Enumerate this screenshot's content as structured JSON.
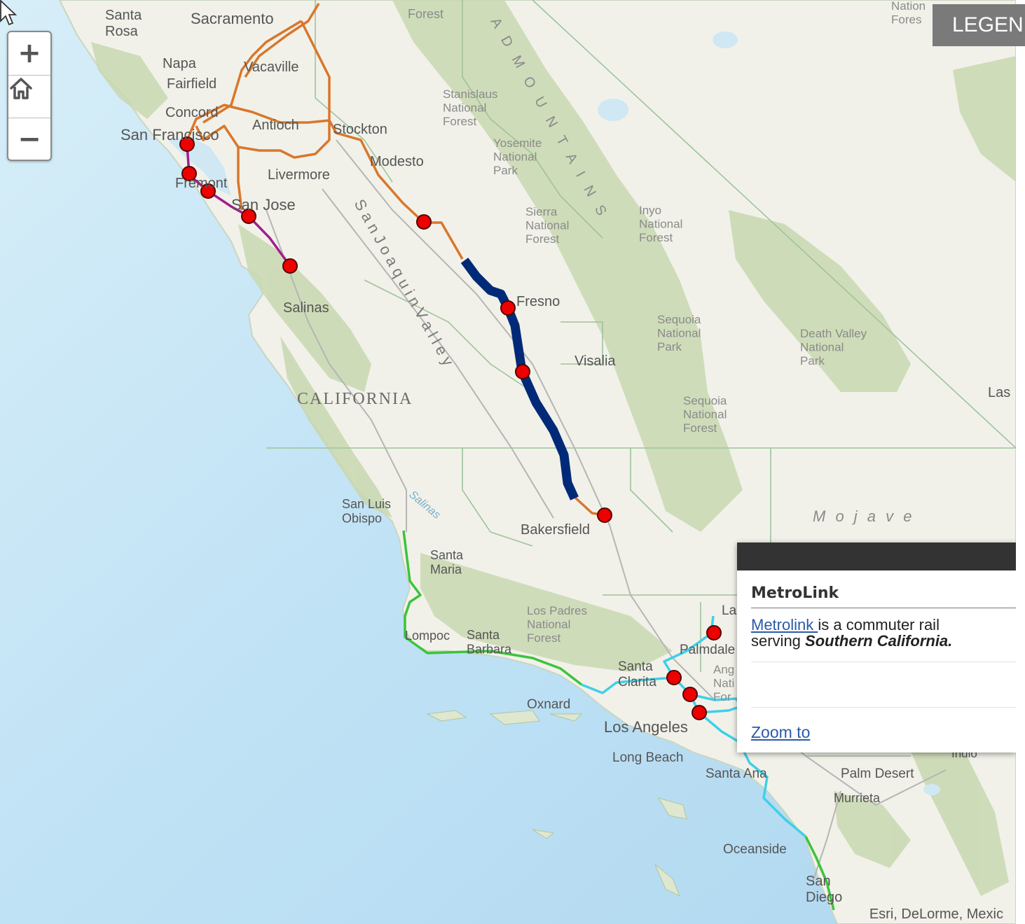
{
  "map": {
    "labels": {
      "santa_rosa": "Santa\nRosa",
      "sacramento": "Sacramento",
      "forest_top": "Forest",
      "napa": "Napa",
      "vacaville": "Vacaville",
      "fairfield": "Fairfield",
      "concord": "Concord",
      "antioch": "Antioch",
      "stockton": "Stockton",
      "san_francisco": "San Francisco",
      "modesto": "Modesto",
      "livermore": "Livermore",
      "fremont": "Fremont",
      "san_jose": "San Jose",
      "stanislaus": "Stanislaus\nNational\nForest",
      "yosemite": "Yosemite\nNational\nPark",
      "sierra": "Sierra\nNational\nForest",
      "inyo": "Inyo\nNational\nForest",
      "salinas": "Salinas",
      "fresno": "Fresno",
      "visalia": "Visalia",
      "sequoia_park": "Sequoia\nNational\nPark",
      "sequoia_forest": "Sequoia\nNational\nForest",
      "death_valley": "Death Valley\nNational\nPark",
      "las": "Las",
      "national_top": "Nation\nFores",
      "california": "CALIFORNIA",
      "san_joaquin": "S a n   J o a q u i n   V a l l e y",
      "mountain": "A D   M O U N T A I N S",
      "mojave": "M o j a v e",
      "san_luis_obispo": "San Luis\nObispo",
      "salinas_river": "Salinas",
      "santa_maria": "Santa\nMaria",
      "bakersfield": "Bakersfield",
      "lompoc": "Lompoc",
      "santa_barbara": "Santa\nBarbara",
      "los_padres": "Los Padres\nNational\nForest",
      "santa_clarita": "Santa\nClarita",
      "palmdale": "Palmdale",
      "la": "La",
      "angeles_nf": "Ang\nNati\nFor",
      "oxnard": "Oxnard",
      "los_angeles": "Los Angeles",
      "long_beach": "Long Beach",
      "santa_ana": "Santa Ana",
      "indio": "Indio",
      "palm_desert": "Palm Desert",
      "murrieta": "Murrieta",
      "oceanside": "Oceanside",
      "san_diego": "San\nDiego"
    },
    "colors": {
      "ocean": "#b8dcf2",
      "land": "#f1f1ea",
      "forest": "#c9d8b0",
      "capitol_corridor": "#d9772b",
      "caltrain": "#a01f8c",
      "high_speed_rail": "#002a78",
      "pacific_surfliner": "#3cc43c",
      "metrolink": "#3fd0e8",
      "station": "#ee0000"
    }
  },
  "controls": {
    "zoom_in_icon": "plus-icon",
    "home_icon": "home-icon",
    "zoom_out_icon": "minus-icon",
    "legend_label": "LEGEND"
  },
  "popup": {
    "title": "MetroLink",
    "link_text": "Metrolink ",
    "desc_1": "is a commuter rail",
    "desc_2": "serving ",
    "desc_bold": "Southern California.",
    "zoom_to": "Zoom to"
  },
  "attribution": "Esri, DeLorme, Mexic"
}
